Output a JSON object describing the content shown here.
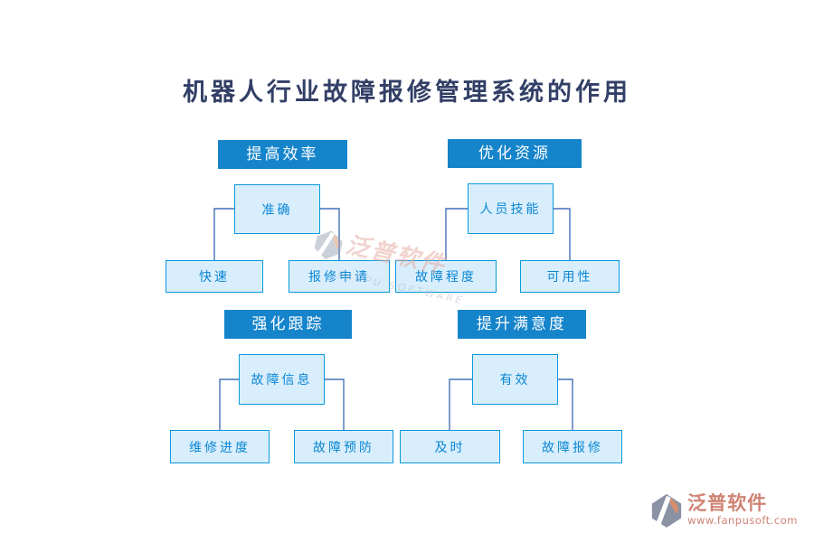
{
  "title": "机器人行业故障报修管理系统的作用",
  "colors": {
    "title_text": "#323f66",
    "header_bg": "#1584cb",
    "header_text": "#ffffff",
    "box_fill": "#d9eefc",
    "box_border": "#0a9ade",
    "box_text": "#0a87d4",
    "connector_line": "#4471b8",
    "watermark_pink": "#e4a89e",
    "watermark_gray": "#aab6c8",
    "logo_mark_gray": "#8a92a4",
    "logo_mark_orange": "#d58e6d",
    "logo_text": "#cf8373"
  },
  "groups": [
    {
      "header": "提高效率",
      "parent": "准确",
      "children": [
        "快速",
        "报修申请"
      ]
    },
    {
      "header": "优化资源",
      "parent": "人员技能",
      "children": [
        "故障程度",
        "可用性"
      ]
    },
    {
      "header": "强化跟踪",
      "parent": "故障信息",
      "children": [
        "维修进度",
        "故障预防"
      ]
    },
    {
      "header": "提升满意度",
      "parent": "有效",
      "children": [
        "及时",
        "故障报修"
      ]
    }
  ],
  "watermark": {
    "name": "泛普软件",
    "subtitle": "FANPU SOFTWARE"
  },
  "footer_logo": {
    "name": "泛普软件",
    "url": "www.fanpusoft.com"
  }
}
